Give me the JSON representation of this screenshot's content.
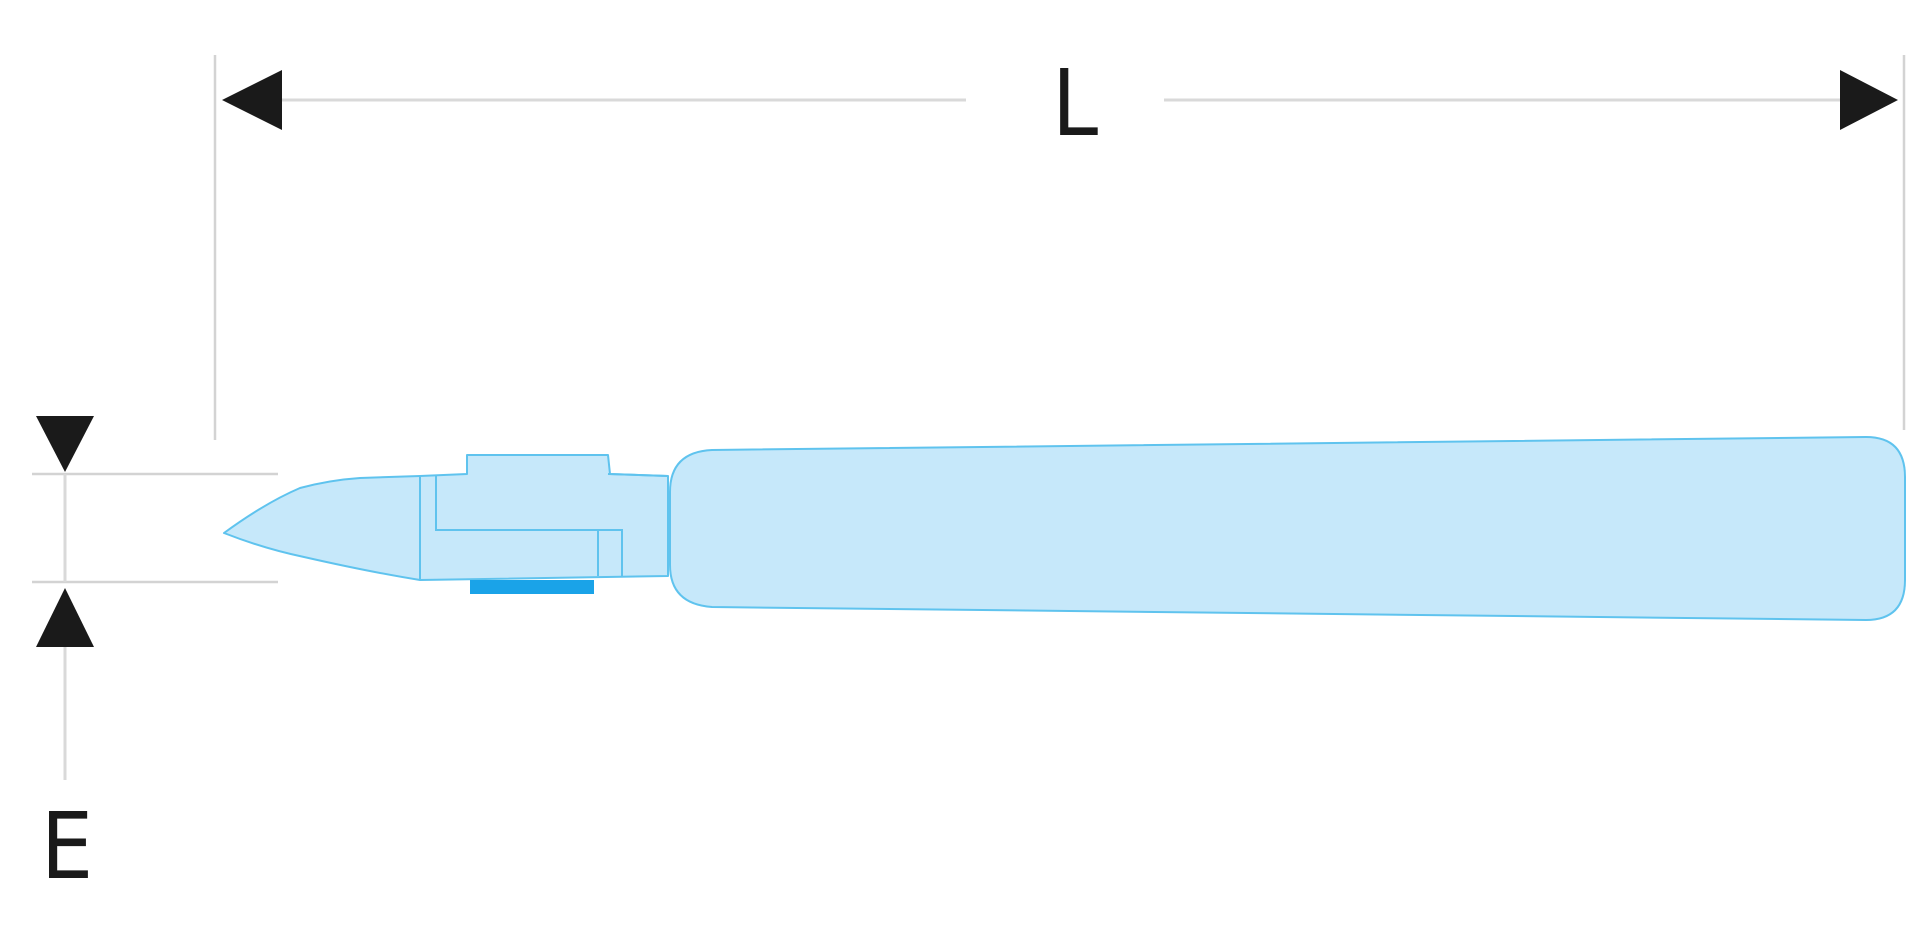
{
  "dimensions": {
    "length_label": "L",
    "thickness_label": "E"
  },
  "colors": {
    "tool_fill": "#c6e8fa",
    "tool_outline": "#5fc3ee",
    "spring_accent": "#1aa3e8",
    "dimension_arrows": "#1a1a1a",
    "dimension_lines": "#d9d9d9"
  },
  "icons": {
    "tool": "cutting-pliers-side-view"
  }
}
